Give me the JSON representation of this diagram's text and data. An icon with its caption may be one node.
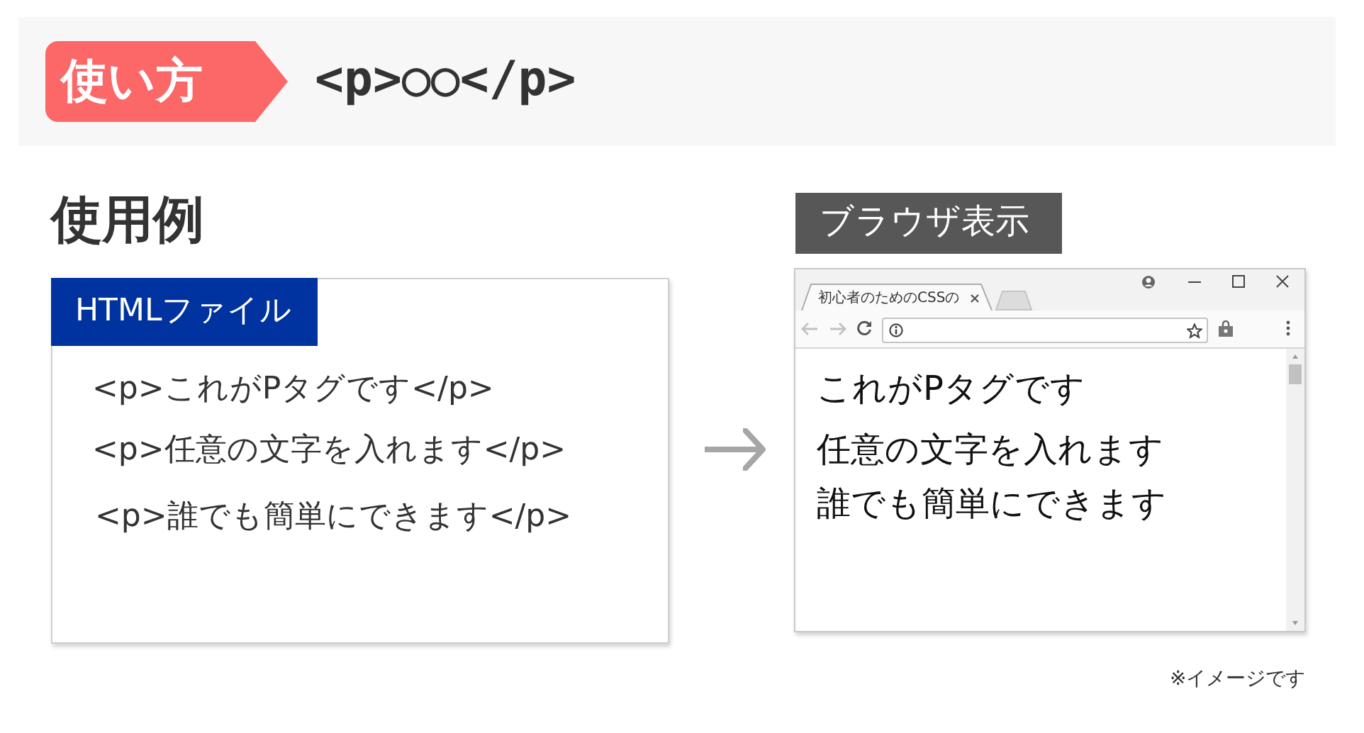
{
  "diagram": {
    "nodes": [
      {
        "text": [
          "<p>○○</p>"
        ]
      },
      {
        "text": [
          "使い方"
        ],
        "in": 0
      },
      {
        "text": [
          "HTMLファイル",
          "<p>これがPタグです</p>",
          "<p>任意の文字を入れます</p>",
          "<p>誰でも簡単にできます</p>"
        ]
      },
      {
        "text": [
          "ブラウザ表示"
        ]
      },
      {
        "text": [
          "初心者のためのCSSの",
          "これがPタグです",
          "任意の文字を入れます",
          "誰でも簡単にできます"
        ]
      }
    ],
    "edges": [
      {
        "from": 2,
        "to": 4,
        "arrow": "to"
      }
    ],
    "labels": [
      "使用例",
      "※イメージです"
    ]
  }
}
